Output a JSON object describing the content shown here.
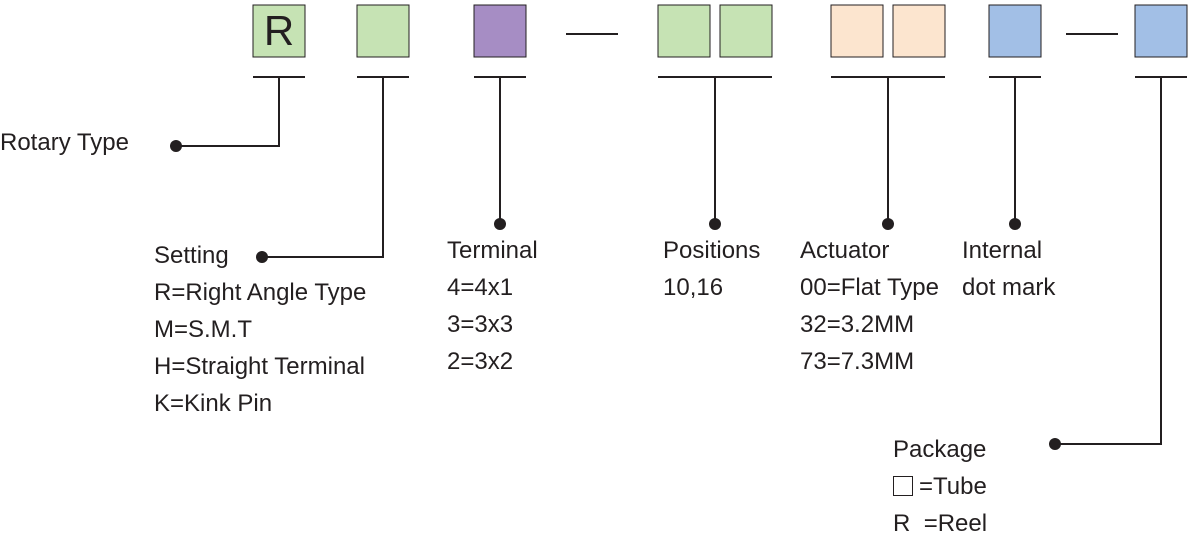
{
  "colors": {
    "green": "#c6e3b4",
    "purple": "#a68dc4",
    "peach": "#fce5cf",
    "blue": "#a2bfe6",
    "ink": "#231f20"
  },
  "code": {
    "first_box_letter": "R"
  },
  "labels": {
    "rotary_type": "Rotary Type",
    "setting": {
      "title": "Setting",
      "options": [
        "R=Right Angle Type",
        "M=S.M.T",
        "H=Straight Terminal",
        "K=Kink Pin"
      ]
    },
    "terminal": {
      "title": "Terminal",
      "options": [
        "4=4x1",
        "3=3x3",
        "2=3x2"
      ]
    },
    "positions": {
      "title": "Positions",
      "options": [
        "10,16"
      ]
    },
    "actuator": {
      "title": "Actuator",
      "options": [
        "00=Flat Type",
        "32=3.2MM",
        "73=7.3MM"
      ]
    },
    "internal": {
      "title": "Internal",
      "options": [
        "dot mark"
      ]
    },
    "package": {
      "title": "Package",
      "tube_label": "=Tube",
      "reel_letter": "R",
      "reel_label": "=Reel",
      "tube_symbol": "empty-box-icon"
    }
  }
}
